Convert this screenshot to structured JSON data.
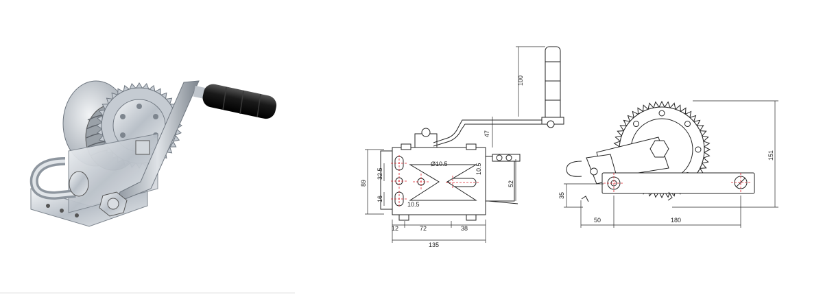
{
  "product_photo": {
    "subject": "hand winch with steel cable, gear drum and black crank handle"
  },
  "side_view": {
    "dims": {
      "handle_height": "100",
      "handle_offset": "47",
      "base_height": "89",
      "hole_spacing_upper": "32.5",
      "hole_spacing_lower": "16",
      "hole_diameter": "Ø10.5",
      "slot_width_right": "10.5",
      "slot_width_left": "10.5",
      "mount_height": "52",
      "left_offset": "12",
      "center_span": "72",
      "right_span": "38",
      "overall_length": "135"
    }
  },
  "front_view": {
    "dims": {
      "overall_height": "151",
      "hook_height": "35",
      "hook_offset": "50",
      "crank_length": "180"
    }
  },
  "colors": {
    "line": "#222222",
    "center_mark": "#e0202a",
    "metal": "#c8ccd2",
    "handle": "#1c1c1c"
  }
}
